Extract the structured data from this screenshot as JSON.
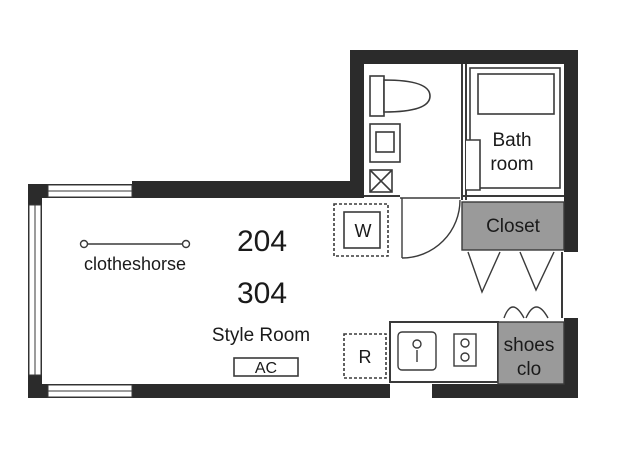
{
  "plan": {
    "unit_numbers": [
      "204",
      "304"
    ],
    "room_type": "Style Room",
    "ac_label": "AC",
    "clotheshorse_label": "clotheshorse",
    "bath_label_line1": "Bath",
    "bath_label_line2": "room",
    "closet_label": "Closet",
    "shoes_label_line1": "shoes",
    "shoes_label_line2": "clo",
    "washer_label": "W",
    "fridge_label": "R"
  },
  "colors": {
    "wall": "#2b2b2b",
    "closet_fill": "#9a9a9a",
    "line": "#3a3a3a",
    "background": "#ffffff"
  }
}
